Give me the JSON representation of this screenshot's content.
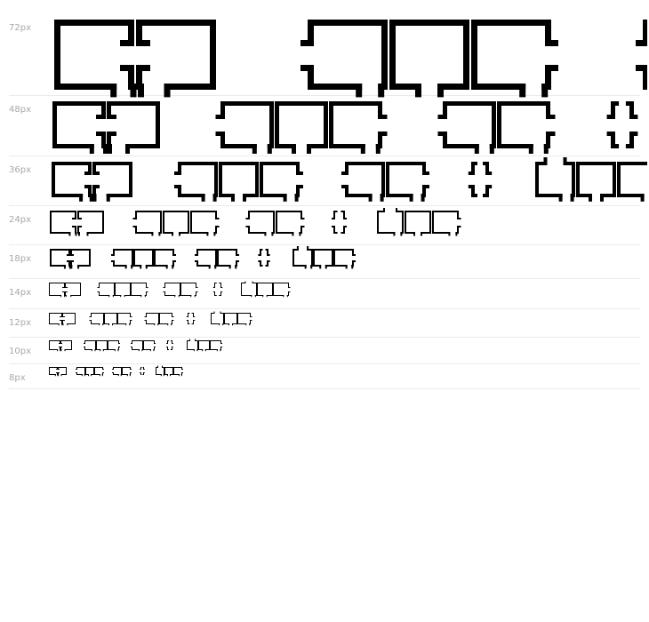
{
  "colors": {
    "glyph": "#000000",
    "label": "#a8a8a8",
    "divider": "#ebebeb"
  },
  "glyph_sequence": [
    "room-door-right",
    "room-door-left",
    " ",
    "room-door-left-out",
    "room-door-bottom",
    "room-door-right-out",
    " ",
    "room-door-left-out",
    "room-door-right-out",
    " ",
    "brace",
    " ",
    "room-door-top",
    "room-door-bottom",
    "room-door-right-out"
  ],
  "rows": [
    {
      "label": "72px",
      "size": 72
    },
    {
      "label": "48px",
      "size": 48
    },
    {
      "label": "36px",
      "size": 36
    },
    {
      "label": "24px",
      "size": 24
    },
    {
      "label": "18px",
      "size": 18
    },
    {
      "label": "14px",
      "size": 14
    },
    {
      "label": "12px",
      "size": 12
    },
    {
      "label": "10px",
      "size": 10
    },
    {
      "label": "8px",
      "size": 8
    }
  ]
}
